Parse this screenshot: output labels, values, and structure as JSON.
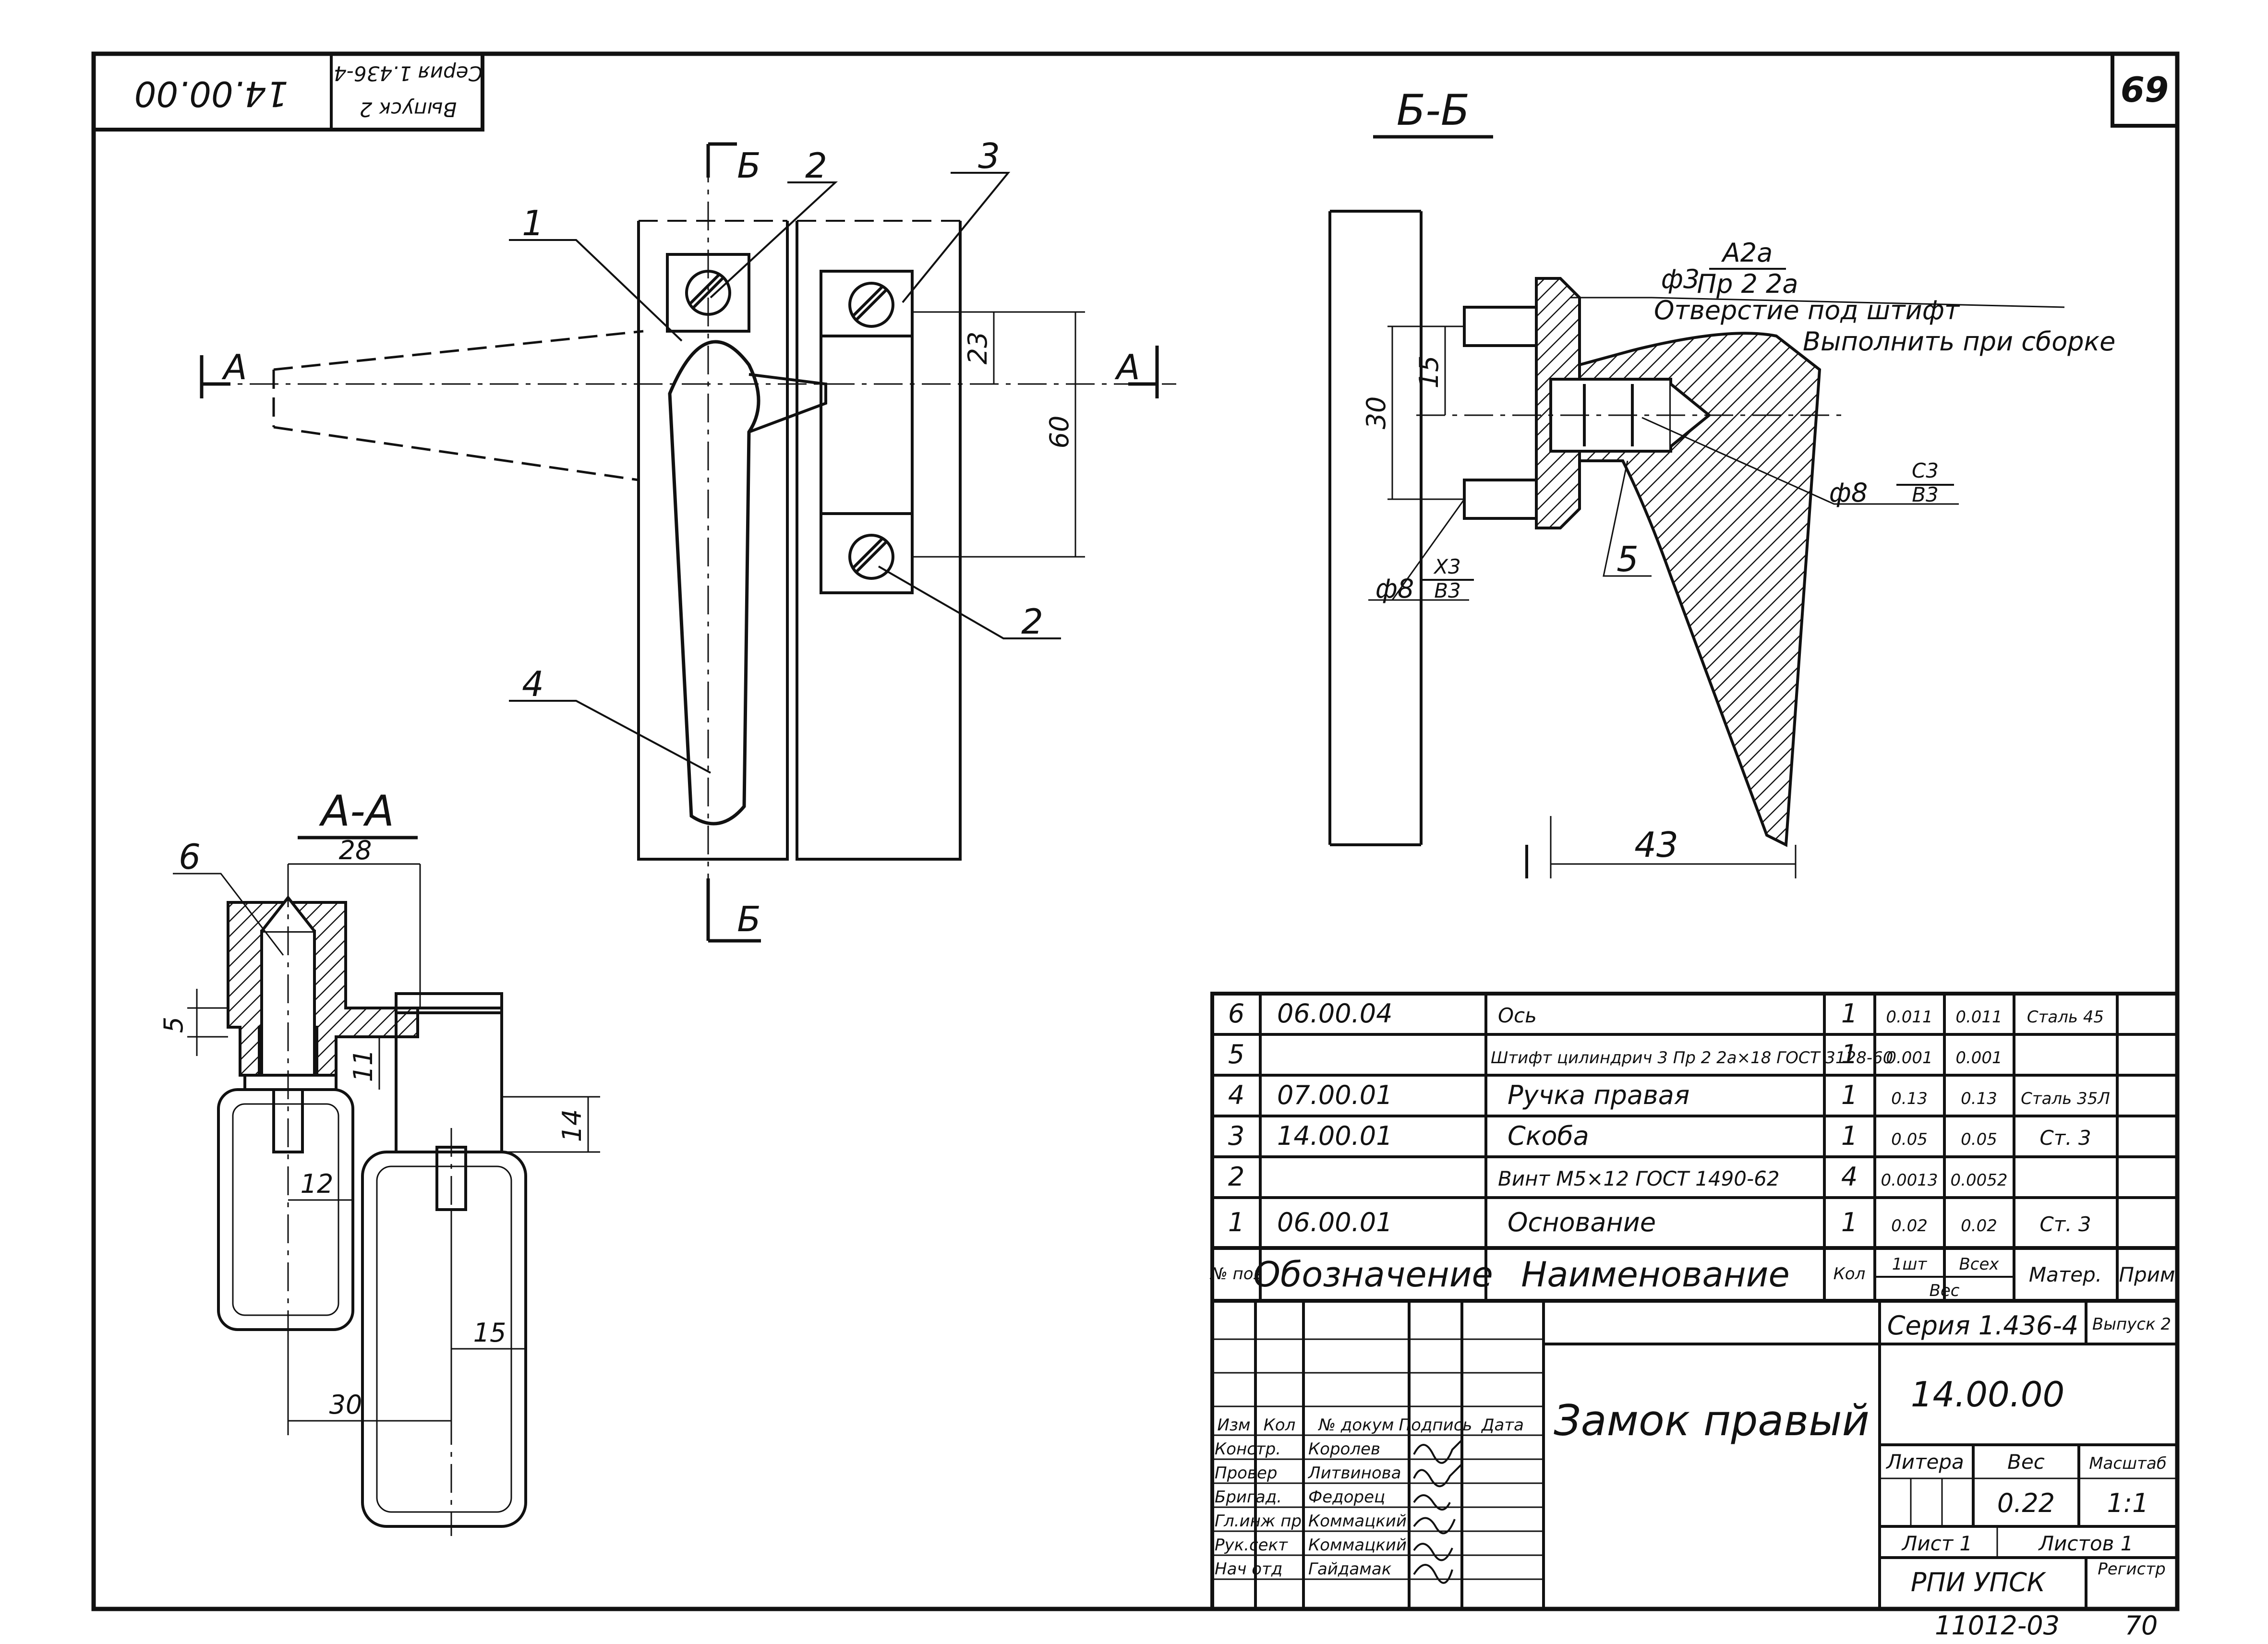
{
  "corner_stamp": {
    "code": "14.00.00",
    "series": "Серия 1.436-4",
    "issue": "Выпуск 2"
  },
  "page_number": "69",
  "sections": {
    "bb": "Б-Б",
    "aa": "А-А"
  },
  "cut_marks": {
    "b_top": "Б",
    "b_bottom": "Б",
    "a_left": "А",
    "a_right": "А"
  },
  "leaders": {
    "p1": "1",
    "p2a": "2",
    "p2b": "2",
    "p3": "3",
    "p4": "4",
    "p5": "5",
    "p6": "6"
  },
  "dimensions": {
    "d23": "23",
    "d60": "60",
    "d30": "30",
    "d15": "15",
    "d43": "43",
    "d28": "28",
    "d5": "5",
    "d11": "11",
    "d14": "14",
    "d12": "12",
    "d15b": "15",
    "d30b": "30"
  },
  "notes": {
    "fit_hole_diam": "ф3",
    "fit_hole_top": "А2а",
    "fit_hole_bot": "Пр 2 2а",
    "hole_note_1": "Отверстие под штифт",
    "hole_note_2": "Выполнить при сборке",
    "fit_right_diam": "ф8",
    "fit_right_top": "С3",
    "fit_right_bot": "В3",
    "fit_left_diam": "ф8",
    "fit_left_top": "Х3",
    "fit_left_bot": "В3"
  },
  "parts": {
    "rows": [
      {
        "pos": "6",
        "designation": "06.00.04",
        "name": "Ось",
        "qty": "1",
        "w1": "0.011",
        "wall": "0.011",
        "material": "Сталь 45"
      },
      {
        "pos": "5",
        "designation": "",
        "name": "Штифт цилиндрич 3 Пр 2 2а×18 ГОСТ 3128-60",
        "qty": "1",
        "w1": "0.001",
        "wall": "0.001",
        "material": ""
      },
      {
        "pos": "4",
        "designation": "07.00.01",
        "name": "Ручка правая",
        "qty": "1",
        "w1": "0.13",
        "wall": "0.13",
        "material": "Сталь 35Л"
      },
      {
        "pos": "3",
        "designation": "14.00.01",
        "name": "Скоба",
        "qty": "1",
        "w1": "0.05",
        "wall": "0.05",
        "material": "Ст. 3"
      },
      {
        "pos": "2",
        "designation": "",
        "name": "Винт М5×12 ГОСТ 1490-62",
        "qty": "4",
        "w1": "0.0013",
        "wall": "0.0052",
        "material": ""
      },
      {
        "pos": "1",
        "designation": "06.00.01",
        "name": "Основание",
        "qty": "1",
        "w1": "0.02",
        "wall": "0.02",
        "material": "Ст. 3"
      }
    ],
    "header": {
      "pos": "№ поз",
      "designation": "Обозначение",
      "name": "Наименование",
      "qty": "Кол",
      "w1": "1шт",
      "wall": "Всех",
      "weight": "Вес",
      "material": "Матер.",
      "note": "Прим"
    }
  },
  "title_block": {
    "series": "Серия 1.436-4",
    "issue": "Выпуск 2",
    "code": "14.00.00",
    "title": "Замок правый",
    "col_izm": "Изм",
    "col_kol": "Кол",
    "col_doc": "№ докум",
    "col_sign": "Подпись",
    "col_date": "Дата",
    "litera": "Литера",
    "ves": "Вес",
    "masshtab": "Масштаб",
    "weight": "0.22",
    "scale": "1:1",
    "sheet": "Лист 1",
    "sheets": "Листов 1",
    "org": "РПИ УПСК",
    "reg": "Регистр",
    "people": [
      {
        "role": "Констр.",
        "name": "Королев"
      },
      {
        "role": "Провер",
        "name": "Литвинова"
      },
      {
        "role": "Бригад.",
        "name": "Федорец"
      },
      {
        "role": "Гл.инж пр",
        "name": "Коммацкий"
      },
      {
        "role": "Рук.сект",
        "name": "Коммацкий"
      },
      {
        "role": "Нач отд",
        "name": "Гайдамак"
      }
    ]
  },
  "footer": {
    "archive": "11012-03",
    "page": "70"
  }
}
